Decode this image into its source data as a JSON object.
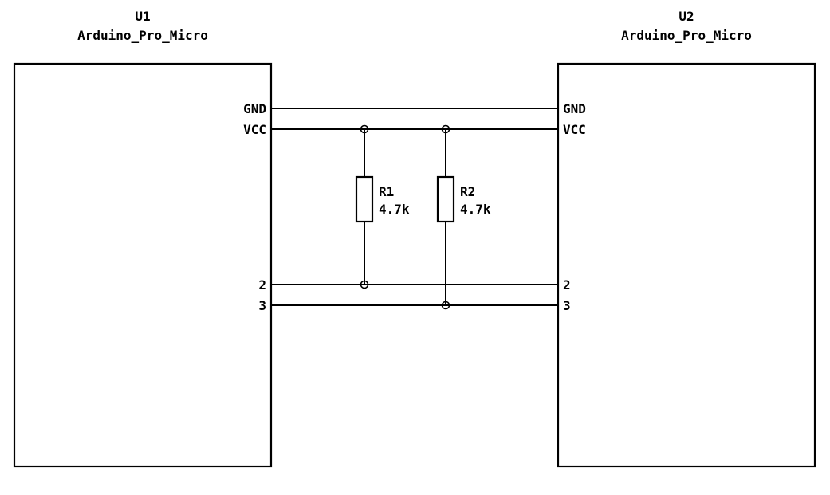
{
  "schematic": {
    "background": "#ffffff",
    "wire_color": "#000000",
    "components": {
      "u1": {
        "ref": "U1",
        "value": "Arduino_Pro_Micro",
        "pins": {
          "gnd": "GND",
          "vcc": "VCC",
          "p2": "2",
          "p3": "3"
        }
      },
      "u2": {
        "ref": "U2",
        "value": "Arduino_Pro_Micro",
        "pins": {
          "gnd": "GND",
          "vcc": "VCC",
          "p2": "2",
          "p3": "3"
        }
      },
      "r1": {
        "ref": "R1",
        "value": "4.7k"
      },
      "r2": {
        "ref": "R2",
        "value": "4.7k"
      }
    },
    "connections": [
      {
        "wire": "GND",
        "from": "U1.GND",
        "to": "U2.GND",
        "taps": []
      },
      {
        "wire": "VCC",
        "from": "U1.VCC",
        "to": "U2.VCC",
        "taps": [
          "R1.top",
          "R2.top"
        ]
      },
      {
        "wire": "2",
        "from": "U1.2",
        "to": "U2.2",
        "taps": [
          "R1.bottom"
        ]
      },
      {
        "wire": "3",
        "from": "U1.3",
        "to": "U2.3",
        "taps": [
          "R2.bottom"
        ]
      }
    ]
  }
}
